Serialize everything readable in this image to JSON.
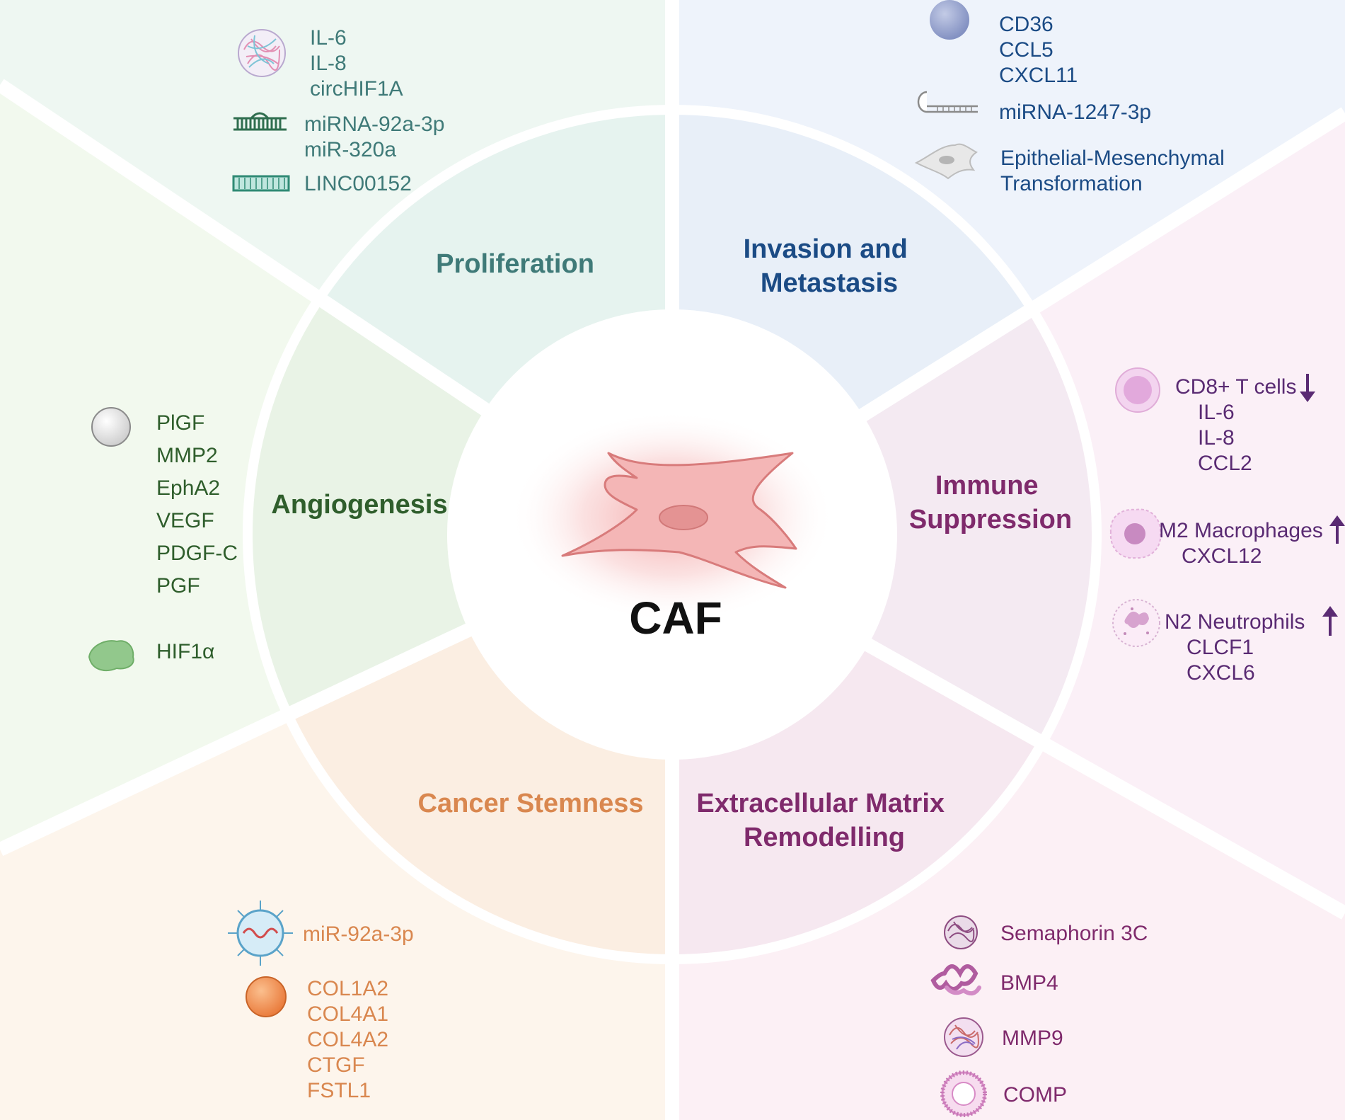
{
  "center": {
    "label": "CAF"
  },
  "colors": {
    "proliferation": "#3f7a78",
    "invasion": "#1b4b85",
    "immune": "#7f2a6c",
    "ecm": "#7f2a6c",
    "stemness": "#d9874f",
    "angiogenesis": "#2f5e2c"
  },
  "segments": {
    "proliferation": {
      "title": "Proliferation",
      "groups": [
        {
          "icon": "protein-aggregate-icon",
          "items": [
            "IL-6",
            "IL-8",
            "circHIF1A"
          ]
        },
        {
          "icon": "mirna-hairpin-icon",
          "items": [
            "miRNA-92a-3p",
            "miR-320a"
          ]
        },
        {
          "icon": "double-strand-rna-icon",
          "items": [
            "LINC00152"
          ]
        }
      ]
    },
    "invasion": {
      "title_lines": [
        "Invasion and",
        "Metastasis"
      ],
      "groups": [
        {
          "icon": "blue-sphere-icon",
          "items": [
            "CD36",
            "CCL5",
            "CXCL11"
          ]
        },
        {
          "icon": "mirna-hairpin-icon",
          "items": [
            "miRNA-1247-3p"
          ]
        },
        {
          "icon": "mesenchymal-cell-icon",
          "items": [
            "Epithelial-Mesenchymal",
            "Transformation"
          ]
        }
      ]
    },
    "immune": {
      "title_lines": [
        "Immune",
        "Suppression"
      ],
      "groups": [
        {
          "icon": "t-cell-icon",
          "trend": "down-arrow-icon",
          "items": [
            "CD8+ T cells",
            "IL-6",
            "IL-8",
            "CCL2"
          ]
        },
        {
          "icon": "macrophage-icon",
          "trend": "up-arrow-icon",
          "items": [
            "M2 Macrophages",
            "CXCL12"
          ]
        },
        {
          "icon": "neutrophil-icon",
          "trend": "up-arrow-icon",
          "items": [
            "N2 Neutrophils",
            "CLCF1",
            "CXCL6"
          ]
        }
      ]
    },
    "ecm": {
      "title_lines": [
        "Extracellular Matrix",
        "Remodelling"
      ],
      "groups": [
        {
          "icon": "protein-aggregate-icon",
          "items": [
            "Semaphorin 3C"
          ]
        },
        {
          "icon": "coiled-protein-icon",
          "items": [
            "BMP4"
          ]
        },
        {
          "icon": "protein-aggregate-icon",
          "items": [
            "MMP9"
          ]
        },
        {
          "icon": "ring-protein-icon",
          "items": [
            "COMP"
          ]
        }
      ]
    },
    "stemness": {
      "title": "Cancer Stemness",
      "groups": [
        {
          "icon": "exosome-icon",
          "items": [
            "miR-92a-3p"
          ]
        },
        {
          "icon": "orange-sphere-icon",
          "items": [
            "COL1A2",
            "COL4A1",
            "COL4A2",
            "CTGF",
            "FSTL1"
          ]
        }
      ]
    },
    "angiogenesis": {
      "title": "Angiogenesis",
      "groups": [
        {
          "icon": "white-sphere-icon",
          "items": [
            "PlGF",
            "MMP2",
            "EphA2",
            "VEGF",
            "PDGF-C",
            "PGF"
          ]
        },
        {
          "icon": "green-blob-icon",
          "items": [
            "HIF1α"
          ]
        }
      ]
    }
  }
}
